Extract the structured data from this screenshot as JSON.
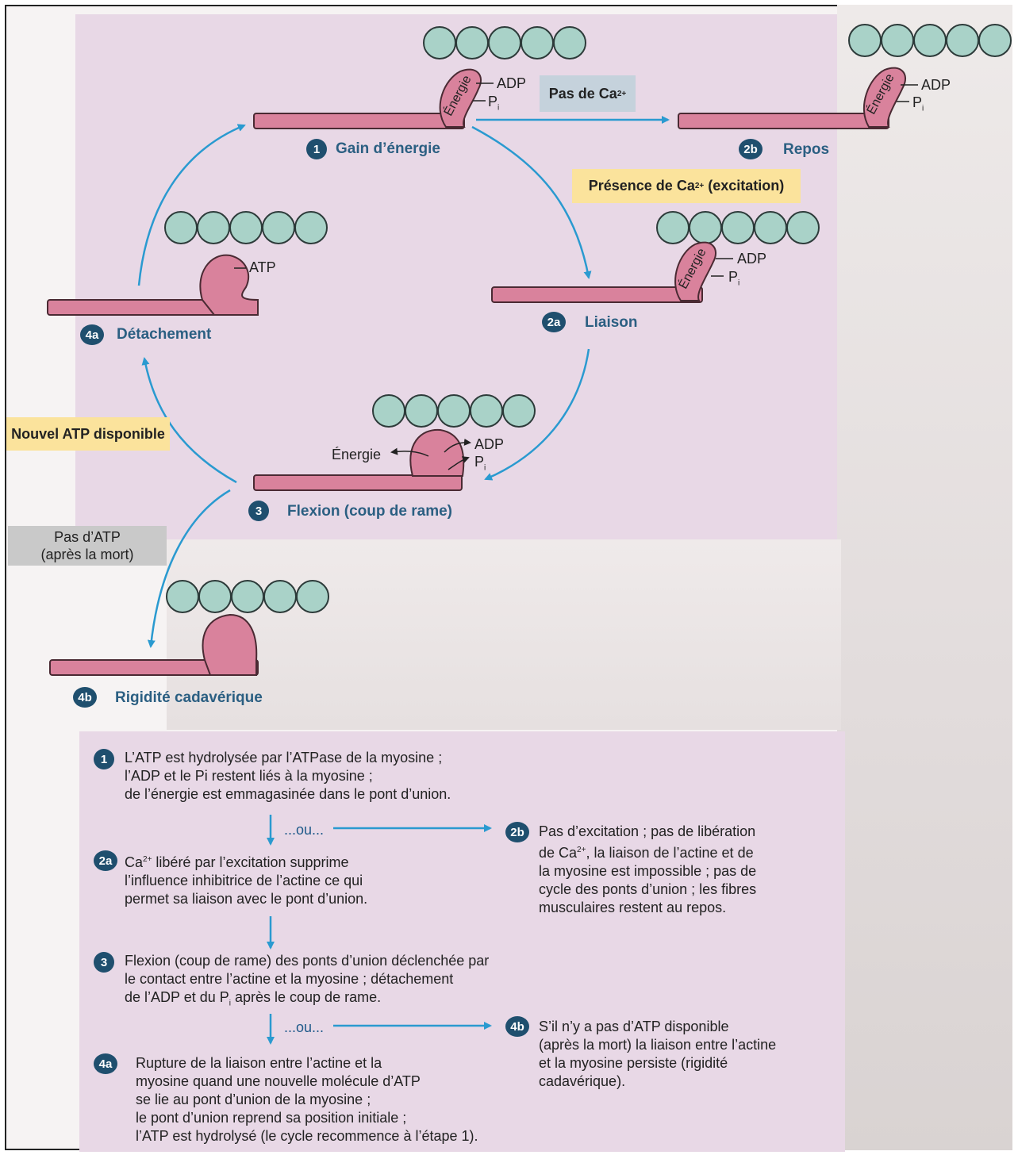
{
  "diagram": {
    "steps": {
      "s1": {
        "badge": "1",
        "label": "Gain d’énergie"
      },
      "s2b": {
        "badge": "2b",
        "label": "Repos"
      },
      "s2a": {
        "badge": "2a",
        "label": "Liaison"
      },
      "s3": {
        "badge": "3",
        "label": "Flexion (coup de rame)"
      },
      "s4a": {
        "badge": "4a",
        "label": "Détachement"
      },
      "s4b": {
        "badge": "4b",
        "label": "Rigidité cadavérique"
      }
    },
    "conditions": {
      "no_ca": "Pas de Ca",
      "ca_sup": "2+",
      "ca_present_a": "Présence de Ca",
      "ca_present_b": " (excitation)",
      "new_atp": "Nouvel ATP disponible",
      "no_atp_line1": "Pas d’ATP",
      "no_atp_line2": "(après la mort)"
    },
    "molecules": {
      "adp": "ADP",
      "p": "P",
      "i": "i",
      "atp": "ATP",
      "energie_head": "Énergie",
      "energie_label": "Énergie"
    }
  },
  "explanations": {
    "e1": {
      "badge": "1",
      "lines": [
        "L’ATP est hydrolysée par l’ATPase de la myosine ;",
        "l’ADP et le Pi restent liés à la myosine ;",
        "de l’énergie est emmagasinée dans le pont d’union."
      ]
    },
    "ou": "...ou...",
    "e2a": {
      "badge": "2a",
      "line1_a": "Ca",
      "line1_sup": "2+",
      "line1_b": " libéré par l’excitation supprime",
      "lines": [
        "l’influence inhibitrice de l’actine ce qui",
        "permet sa liaison avec le pont d’union."
      ]
    },
    "e2b": {
      "badge": "2b",
      "line1": "Pas d’excitation ; pas de libération",
      "line2_a": "de Ca",
      "line2_sup": "2+",
      "line2_b": ", la liaison de l’actine et de",
      "lines": [
        "la myosine est impossible ; pas de",
        "cycle des ponts d’union ; les fibres",
        "musculaires restent au repos."
      ]
    },
    "e3": {
      "badge": "3",
      "line1": "Flexion (coup de rame) des ponts d’union déclenchée par",
      "line2": "le contact entre l’actine et la myosine ; détachement",
      "line3_a": "de l’ADP et du P",
      "line3_sub": "i",
      "line3_b": " après le coup de rame."
    },
    "e4b": {
      "badge": "4b",
      "lines": [
        "S’il n’y a pas d’ATP disponible",
        "(après la mort) la liaison entre l’actine",
        "et la myosine persiste (rigidité",
        "cadavérique)."
      ]
    },
    "e4a": {
      "badge": "4a",
      "lines": [
        "Rupture de la liaison entre l’actine et la",
        "myosine quand une nouvelle molécule d’ATP",
        "se lie au pont d’union de la myosine ;",
        "le pont d’union reprend sa position initiale ;",
        "l’ATP est hydrolysé (le cycle recommence à l’étape 1)."
      ]
    }
  },
  "colors": {
    "pink": "#e8d8e6",
    "myosin": "#d9829c",
    "actin": "#a9d2c8",
    "arrow": "#2a9ad0",
    "badge": "#1f4f6e",
    "label": "#2b5f82"
  }
}
